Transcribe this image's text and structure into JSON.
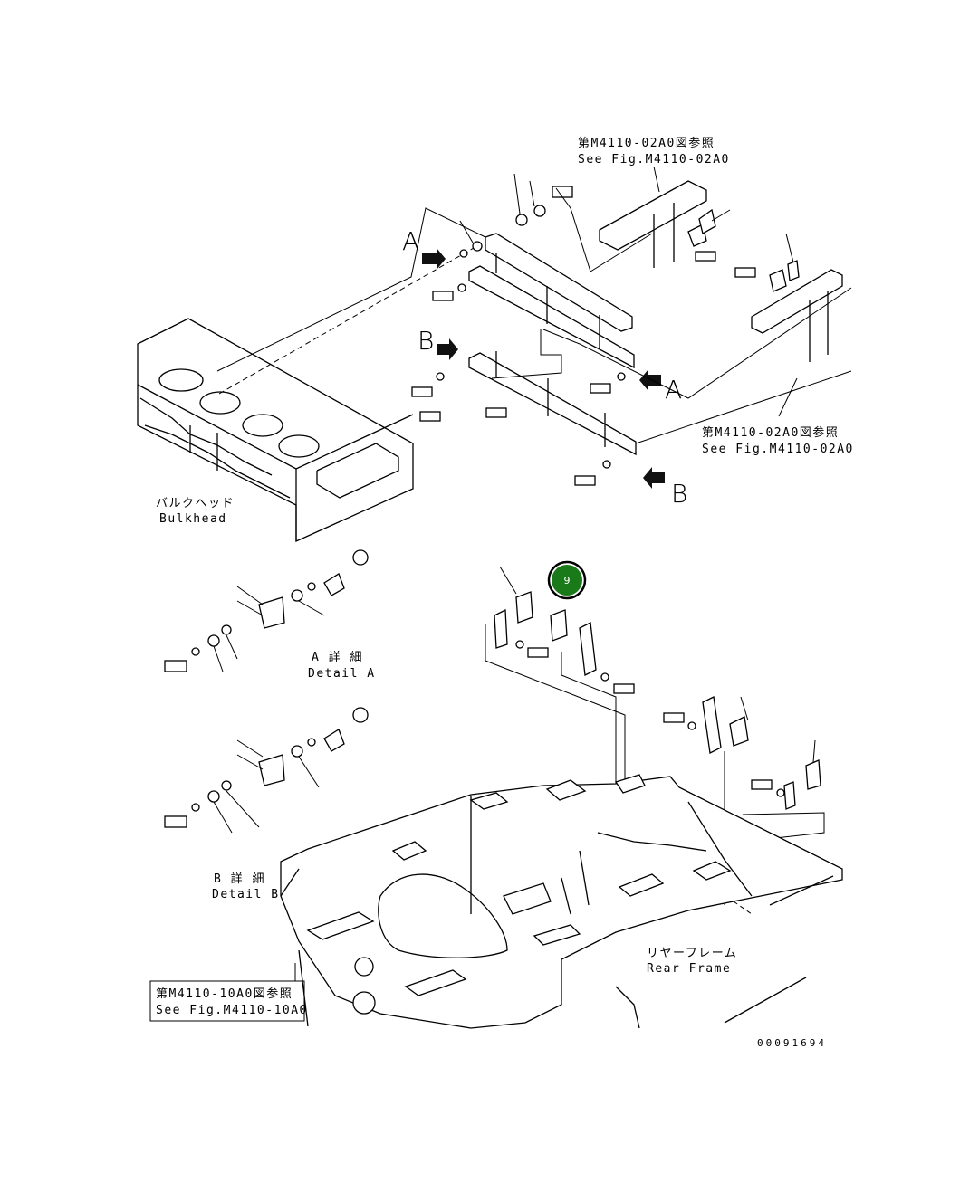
{
  "refs": {
    "top_right_ref_jp": "第M4110-02A0図参照",
    "top_right_ref_en": "See Fig.M4110-02A0",
    "mid_right_ref_jp": "第M4110-02A0図参照",
    "mid_right_ref_en": "See Fig.M4110-02A0",
    "bottom_left_ref_jp": "第M4110-10A0図参照",
    "bottom_left_ref_en": "See Fig.M4110-10A0"
  },
  "labels": {
    "bulkhead_jp": "バルクヘッド",
    "bulkhead_en": "Bulkhead",
    "detail_a_jp": "A 詳 細",
    "detail_a_en": "Detail A",
    "detail_b_jp": "B 詳 細",
    "detail_b_en": "Detail B",
    "rear_frame_jp": "リヤーフレーム",
    "rear_frame_en": "Rear Frame"
  },
  "view_markers": {
    "a_top": "A",
    "b_left": "B",
    "a_right": "A",
    "b_bottom": "B"
  },
  "callout": {
    "number": "9",
    "color": "#1a7a1a"
  },
  "drawing_number": "00091694"
}
